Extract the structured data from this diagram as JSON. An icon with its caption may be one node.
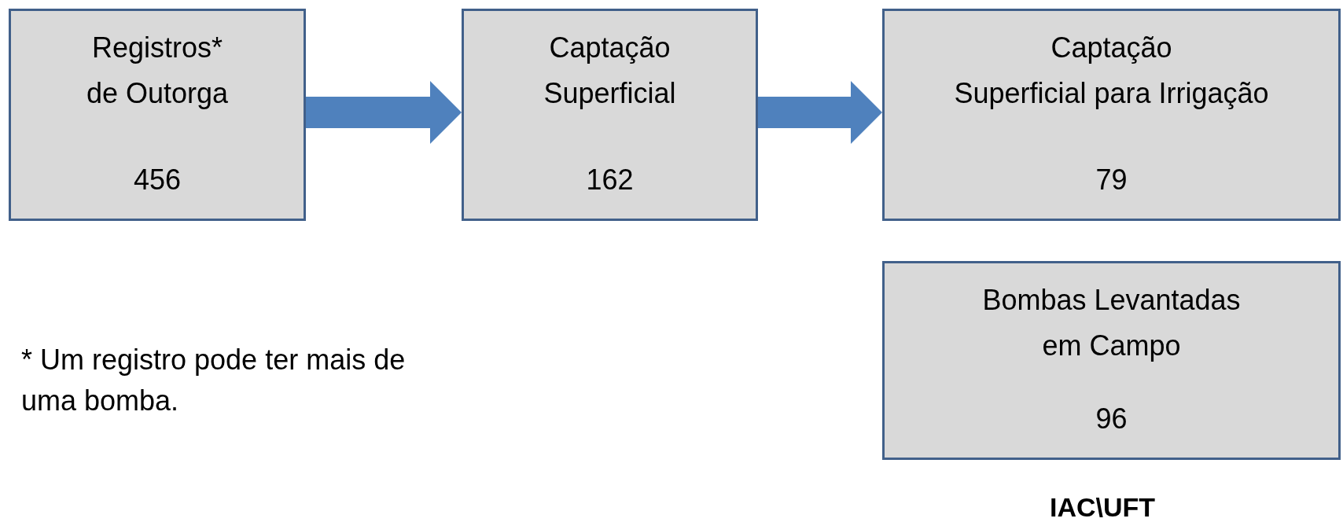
{
  "diagram": {
    "nodes": [
      {
        "text": [
          "Registros* de Outorga",
          "456"
        ]
      },
      {
        "text": [
          "Captação Superficial",
          "162"
        ]
      },
      {
        "text": [
          "Captação",
          "Superficial para Irrigação",
          "79"
        ]
      },
      {
        "text": [
          "Bombas Levantadas em Campo",
          "96"
        ]
      }
    ],
    "edges": [
      {
        "from": 0,
        "to": 1,
        "arrow": "to"
      },
      {
        "from": 1,
        "to": 2,
        "arrow": "to"
      }
    ],
    "labels": [
      "* Um registro pode ter mais de uma bomba.",
      "IAC\\UFT"
    ]
  }
}
